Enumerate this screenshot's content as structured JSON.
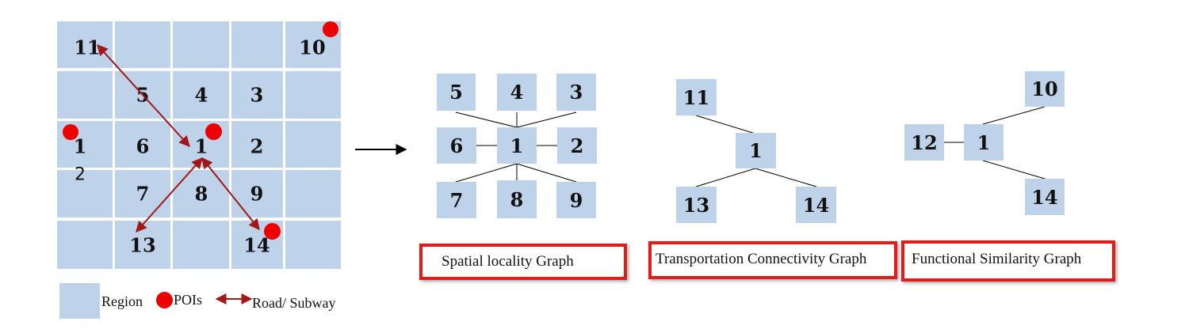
{
  "grid": {
    "labels": {
      "r11": "11",
      "r10": "10",
      "r5": "5",
      "r4": "4",
      "r3": "3",
      "r1_left": "1",
      "r2_left": "2",
      "r6": "6",
      "r1_center": "1",
      "r2": "2",
      "r7": "7",
      "r8": "8",
      "r9": "9",
      "r13": "13",
      "r14": "14"
    }
  },
  "legend": {
    "region": "Region",
    "pois": "POIs",
    "road": "Road/ Subway"
  },
  "spatial_graph": {
    "nodes": {
      "n5": "5",
      "n4": "4",
      "n3": "3",
      "n6": "6",
      "n1": "1",
      "n2": "2",
      "n7": "7",
      "n8": "8",
      "n9": "9"
    },
    "caption": "Spatial locality Graph"
  },
  "transport_graph": {
    "nodes": {
      "n11": "11",
      "n1": "1",
      "n13": "13",
      "n14": "14"
    },
    "caption": "Transportation Connectivity Graph"
  },
  "functional_graph": {
    "nodes": {
      "n10": "10",
      "n12": "12",
      "n1": "1",
      "n14": "14"
    },
    "caption": "Functional Similarity Graph"
  },
  "colors": {
    "region": "#bed3ea",
    "poi": "#ee0000",
    "road": "#a01818",
    "caption_border": "#e21b1b"
  }
}
